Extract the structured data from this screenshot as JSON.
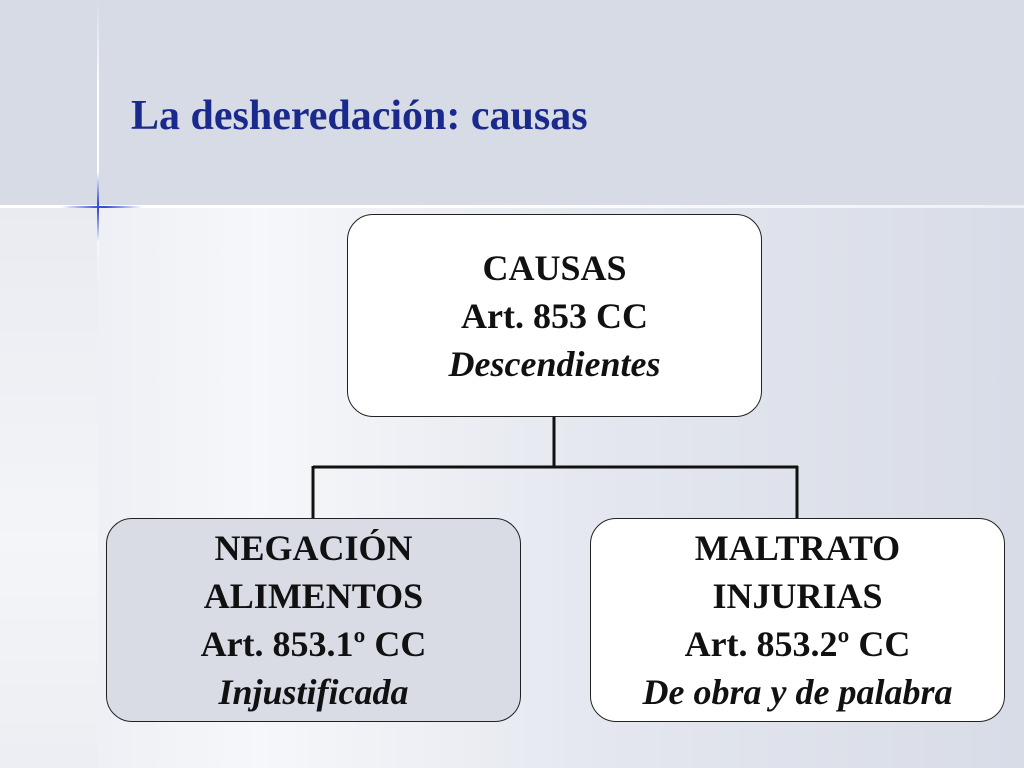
{
  "title": "La desheredación: causas",
  "root": {
    "line1": "CAUSAS",
    "line2": "Art. 853 CC",
    "line3": "Descendientes"
  },
  "left": {
    "line1": "NEGACIÓN",
    "line2": "ALIMENTOS",
    "line3": "Art. 853.1º CC",
    "line4": "Injustificada"
  },
  "right": {
    "line1": "MALTRATO",
    "line2": "INJURIAS",
    "line3": "Art. 853.2º CC",
    "line4": "De obra y de palabra"
  },
  "colors": {
    "title": "#1a2a8c",
    "header_band": "#d7dbe6",
    "left_node_fill": "#d9dce5",
    "right_node_fill": "#ffffff",
    "root_node_fill": "#ffffff",
    "accent_cross": "#3a4fd0"
  }
}
